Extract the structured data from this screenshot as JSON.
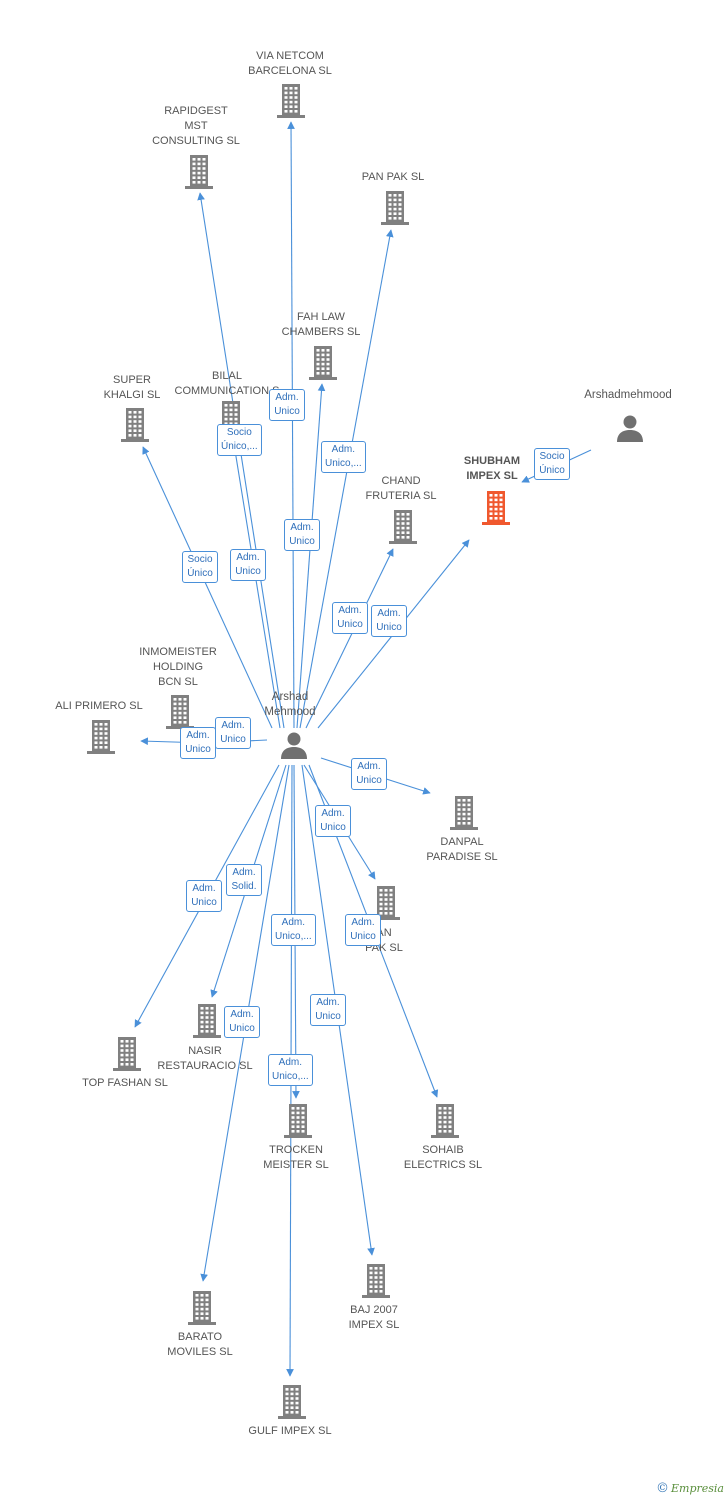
{
  "colors": {
    "edge": "#4a90d9",
    "building": "#808080",
    "focus": "#f0582e",
    "person": "#707070"
  },
  "brand": {
    "symbol": "©",
    "text": "Empresia"
  },
  "persons": [
    {
      "id": "arshad",
      "label": "Arshad\nMehmood",
      "icon": "person-icon"
    },
    {
      "id": "arshadmehmood",
      "label": "Arshadmehmood",
      "icon": "person-icon"
    }
  ],
  "companies": [
    {
      "id": "via_netcom",
      "label": "VIA NETCOM\nBARCELONA SL"
    },
    {
      "id": "rapidgest",
      "label": "RAPIDGEST\nMST\nCONSULTING SL"
    },
    {
      "id": "pan_pak",
      "label": "PAN PAK SL"
    },
    {
      "id": "fah_law",
      "label": "FAH LAW\nCHAMBERS SL"
    },
    {
      "id": "bilal",
      "label": "BILAL\nCOMMUNICATION S"
    },
    {
      "id": "super_khalgi",
      "label": "SUPER\nKHALGI SL"
    },
    {
      "id": "chand",
      "label": "CHAND\nFRUTERIA SL"
    },
    {
      "id": "shubham",
      "label": "SHUBHAM\nIMPEX SL",
      "focus": true
    },
    {
      "id": "inmomeister",
      "label": "INMOMEISTER\nHOLDING\nBCN SL"
    },
    {
      "id": "ali_primero",
      "label": "ALI PRIMERO SL"
    },
    {
      "id": "danpal",
      "label": "DANPAL\nPARADISE SL"
    },
    {
      "id": "an_pak",
      "label": "AN\nPAK SL"
    },
    {
      "id": "top_fashan",
      "label": "TOP FASHAN SL"
    },
    {
      "id": "nasir",
      "label": "NASIR\nRESTAURACIO SL"
    },
    {
      "id": "trocken",
      "label": "TROCKEN\nMEISTER SL"
    },
    {
      "id": "sohaib",
      "label": "SOHAIB\nELECTRICS SL"
    },
    {
      "id": "baj",
      "label": "BAJ 2007\nIMPEX SL"
    },
    {
      "id": "barato",
      "label": "BARATO\nMOVILES SL"
    },
    {
      "id": "gulf",
      "label": "GULF IMPEX SL"
    }
  ],
  "edges": [
    {
      "from": "arshad",
      "to": "via_netcom",
      "label": "Adm.\nUnico"
    },
    {
      "from": "arshad",
      "to": "rapidgest",
      "label": "Adm.\nUnico"
    },
    {
      "from": "arshad",
      "to": "pan_pak",
      "label": "Adm.\nUnico,..."
    },
    {
      "from": "arshad",
      "to": "fah_law",
      "label": "Adm.\nUnico"
    },
    {
      "from": "arshad",
      "to": "bilal",
      "label": "Socio\nÚnico,..."
    },
    {
      "from": "arshad",
      "to": "super_khalgi",
      "label": "Socio\nÚnico"
    },
    {
      "from": "arshad",
      "to": "chand",
      "label": "Adm.\nUnico"
    },
    {
      "from": "arshad",
      "to": "shubham",
      "label": "Adm.\nUnico"
    },
    {
      "from": "arshadmehmood",
      "to": "shubham",
      "label": "Socio\nÚnico"
    },
    {
      "from": "arshad",
      "to": "inmomeister",
      "label": "Adm.\nUnico"
    },
    {
      "from": "arshad",
      "to": "ali_primero",
      "label": "Adm.\nUnico"
    },
    {
      "from": "arshad",
      "to": "danpal",
      "label": "Adm.\nUnico"
    },
    {
      "from": "arshad",
      "to": "an_pak",
      "label": "Adm.\nUnico"
    },
    {
      "from": "arshad",
      "to": "top_fashan",
      "label": "Adm.\nUnico"
    },
    {
      "from": "arshad",
      "to": "nasir",
      "label": "Adm.\nSolid."
    },
    {
      "from": "arshad",
      "to": "trocken",
      "label": "Adm.\nUnico,..."
    },
    {
      "from": "arshad",
      "to": "sohaib",
      "label": "Adm.\nUnico"
    },
    {
      "from": "arshad",
      "to": "baj",
      "label": "Adm.\nUnico"
    },
    {
      "from": "arshad",
      "to": "barato",
      "label": "Adm.\nUnico"
    },
    {
      "from": "arshad",
      "to": "gulf",
      "label": "Adm.\nUnico,..."
    }
  ]
}
